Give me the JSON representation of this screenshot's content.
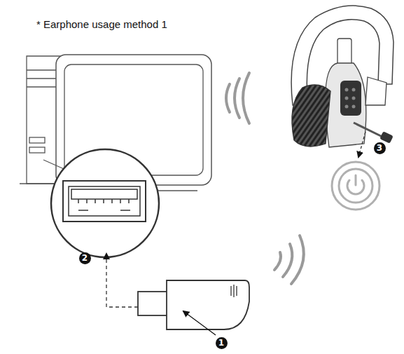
{
  "diagram": {
    "title": "* Earphone usage method 1",
    "labels": [
      "1",
      "2",
      "3"
    ]
  }
}
